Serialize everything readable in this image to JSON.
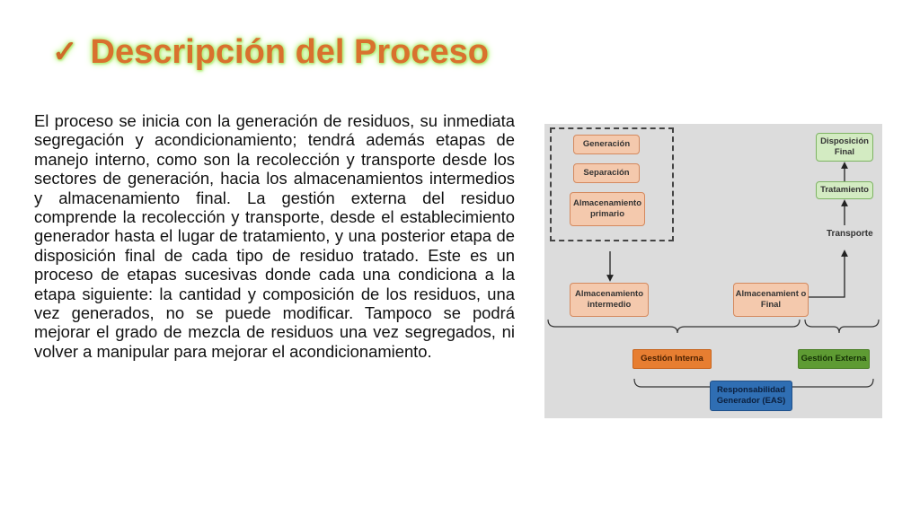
{
  "slide": {
    "title_icon": "check-icon",
    "title": "Descripción del Proceso",
    "body": "El proceso se inicia con la generación de residuos, su inmediata segregación y acondicionamiento; tendrá además etapas de manejo interno, como son la recolección y transporte desde los sectores de generación, hacia los almacenamientos intermedios y almacenamiento final. La gestión externa del residuo comprende la recolección y transporte, desde el establecimiento generador hasta el lugar de tratamiento, y una posterior etapa de disposición final de cada tipo de residuo tratado. Este es un proceso de etapas sucesivas donde cada una condiciona a la etapa siguiente: la cantidad y composición de los residuos, una vez generados, no se puede modificar. Tampoco se podrá mejorar el grado de mezcla de residuos una vez segregados, ni volver a manipular para mejorar el acondicionamiento."
  },
  "diagram": {
    "generacion": "Generación",
    "separacion": "Separación",
    "almacenamiento_primario": "Almacenamiento primario",
    "almacenamiento_intermedio": "Almacenamiento intermedio",
    "almacenamiento_final": "Almacenamient o Final",
    "transporte": "Transporte",
    "tratamiento": "Tratamiento",
    "disposicion_final": "Disposición Final",
    "gestion_interna": "Gestión Interna",
    "gestion_externa": "Gestión Externa",
    "responsabilidad": "Responsabilidad Generador (EAS)"
  },
  "colors": {
    "title": "#d9712e",
    "title_glow": "#b6f07a",
    "orange_box": "#f4c9ad",
    "green_box": "#d3ebc2",
    "gestion_interna": "#e77e31",
    "gestion_externa": "#5e9b33",
    "responsabilidad": "#2f6eb3"
  }
}
